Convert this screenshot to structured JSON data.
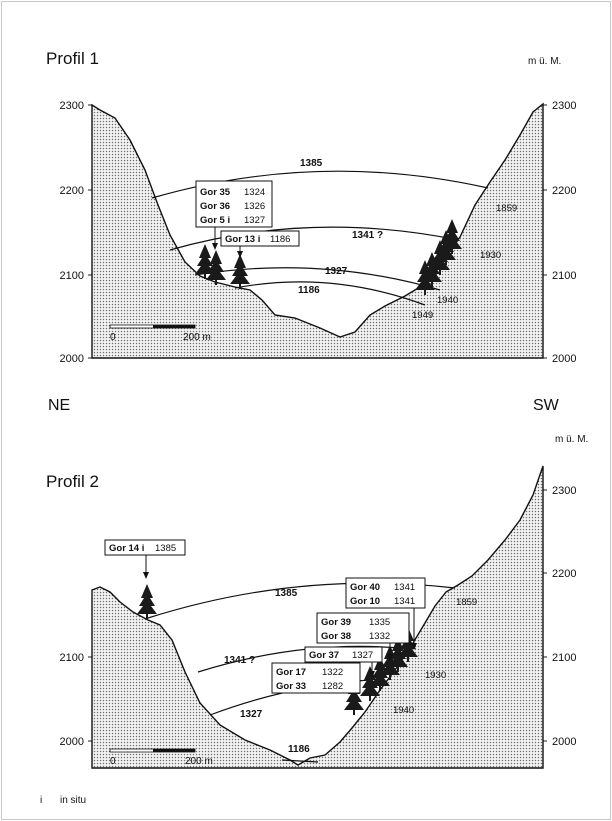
{
  "profile1": {
    "title": "Profil 1",
    "unit": "m ü. M.",
    "left_ticks": [
      "2300",
      "2200",
      "2100",
      "2000"
    ],
    "right_ticks": [
      "2300",
      "2200",
      "2100",
      "2000"
    ],
    "ice_lines": [
      "1385",
      "1341 ?",
      "1327",
      "1186"
    ],
    "observed_years": [
      "1859",
      "1930",
      "1940",
      "1949"
    ],
    "boxes": [
      {
        "rows": [
          {
            "id": "Gor 35",
            "year": "1324"
          },
          {
            "id": "Gor 36",
            "year": "1326"
          },
          {
            "id": "Gor 5 i",
            "year": "1327"
          }
        ]
      },
      {
        "rows": [
          {
            "id": "Gor 13 i",
            "year": "1186"
          }
        ]
      }
    ],
    "scale": {
      "start": "0",
      "end": "200 m"
    }
  },
  "direction": {
    "left": "NE",
    "right": "SW"
  },
  "profile2": {
    "title": "Profil 2",
    "unit": "m ü. M.",
    "left_ticks": [
      "2100",
      "2000"
    ],
    "right_ticks": [
      "2300",
      "2200",
      "2100",
      "2000"
    ],
    "ice_lines": [
      "1385",
      "1341 ?",
      "1327",
      "1186"
    ],
    "observed_years": [
      "1859",
      "1930",
      "1940"
    ],
    "boxes": [
      {
        "rows": [
          {
            "id": "Gor 14 i",
            "year": "1385"
          }
        ]
      },
      {
        "rows": [
          {
            "id": "Gor 40",
            "year": "1341"
          },
          {
            "id": "Gor 10",
            "year": "1341"
          }
        ]
      },
      {
        "rows": [
          {
            "id": "Gor 39",
            "year": "1335"
          },
          {
            "id": "Gor 38",
            "year": "1332"
          }
        ]
      },
      {
        "rows": [
          {
            "id": "Gor 37",
            "year": "1327"
          }
        ]
      },
      {
        "rows": [
          {
            "id": "Gor 17",
            "year": "1322"
          },
          {
            "id": "Gor 33",
            "year": "1282"
          }
        ]
      }
    ],
    "scale": {
      "start": "0",
      "end": "200 m"
    }
  },
  "footnote": {
    "symbol": "i",
    "text": "in situ"
  }
}
